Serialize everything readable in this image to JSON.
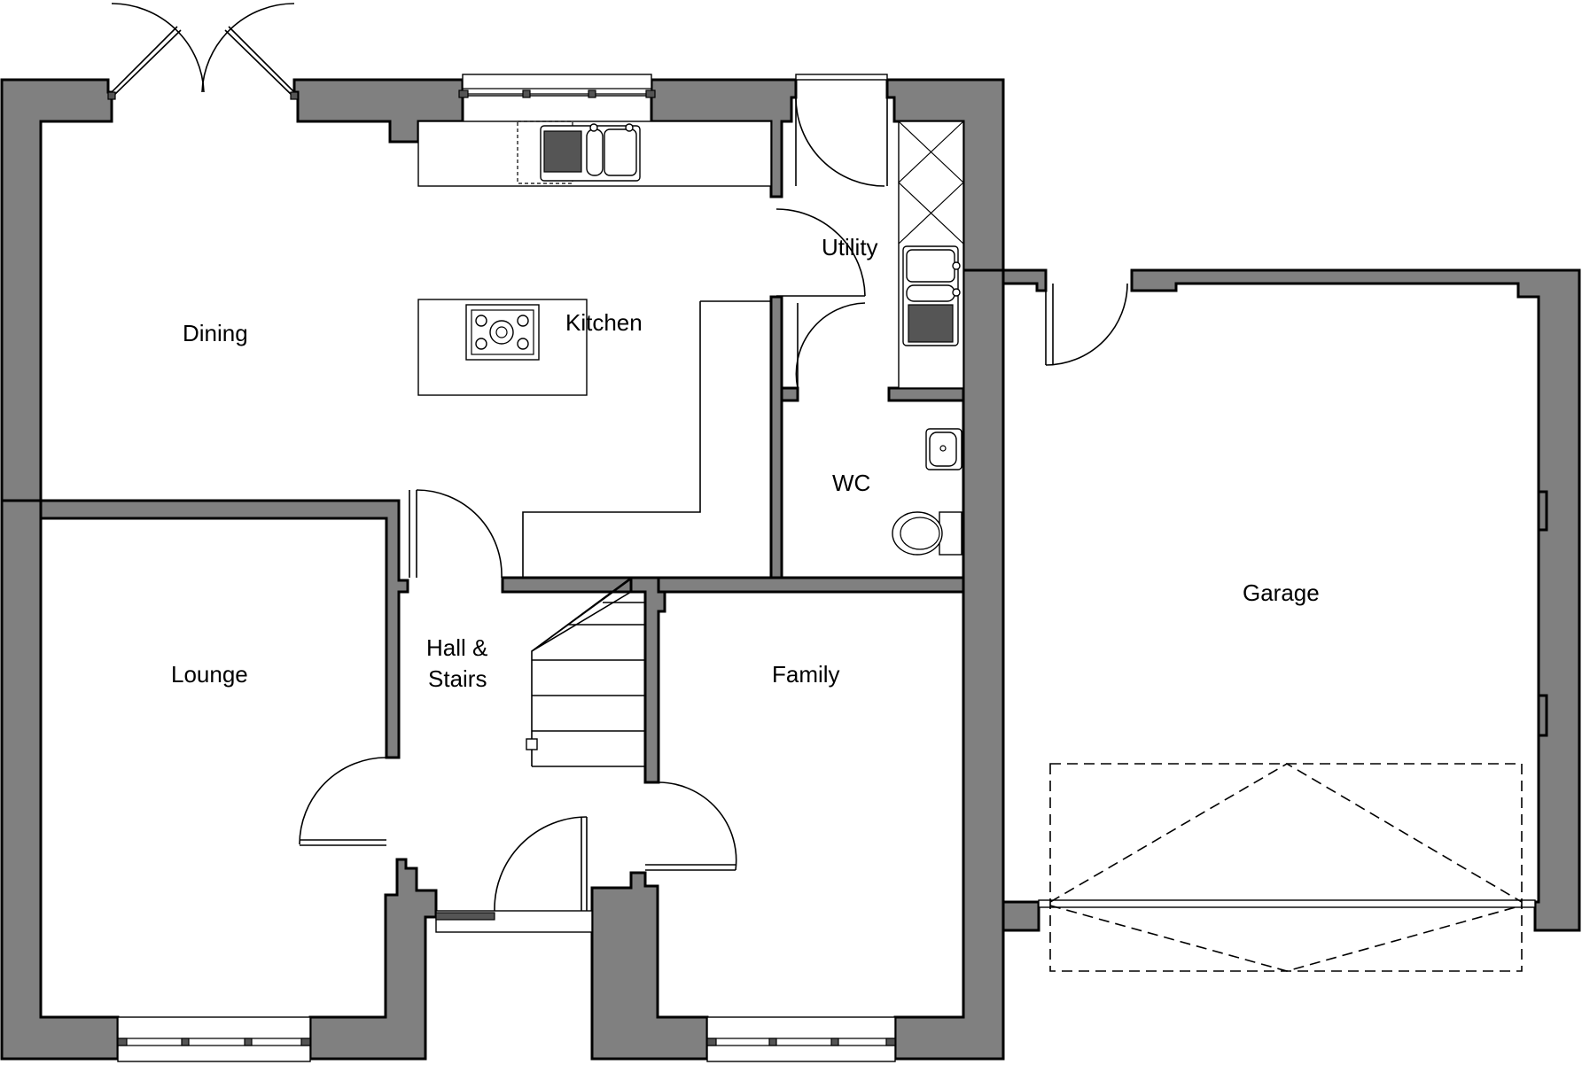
{
  "rooms": {
    "dining": "Dining",
    "kitchen": "Kitchen",
    "utility": "Utility",
    "wc": "WC",
    "lounge": "Lounge",
    "hall_line1": "Hall &",
    "hall_line2": "Stairs",
    "family": "Family",
    "garage": "Garage"
  },
  "colors": {
    "wall_fill": "#808080",
    "line": "#000000",
    "background": "#ffffff"
  }
}
